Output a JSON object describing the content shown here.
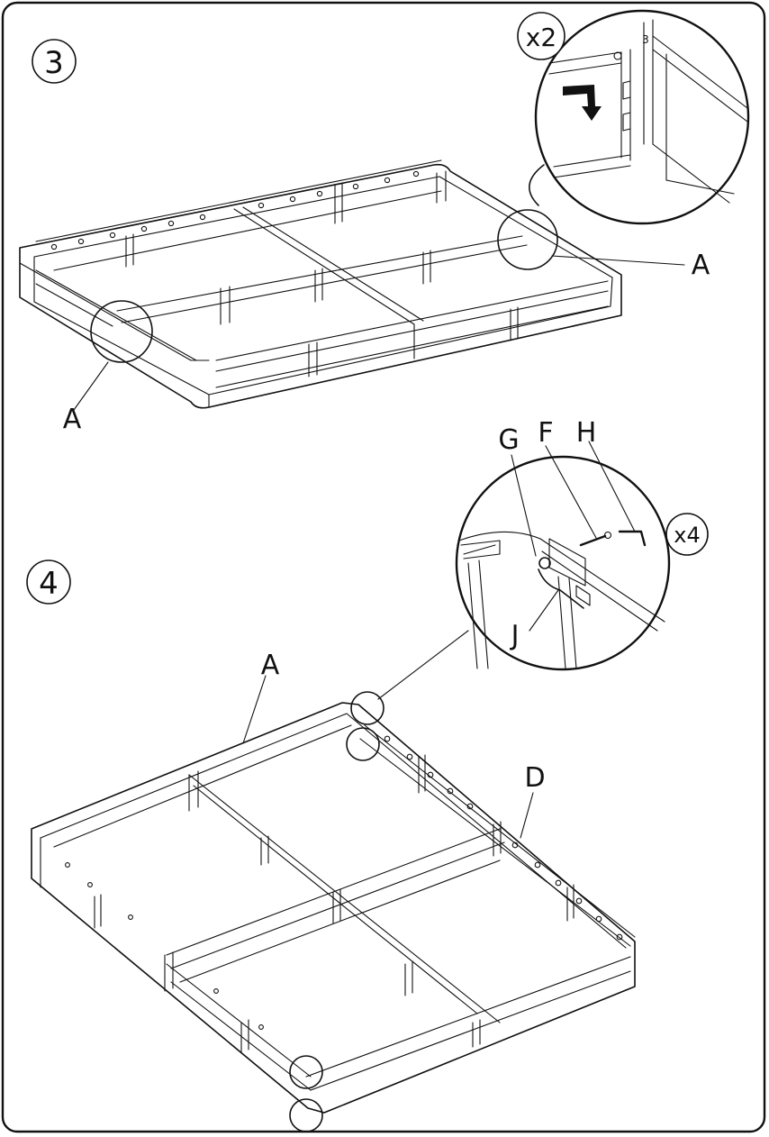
{
  "steps": [
    {
      "number": "3",
      "detail_multiplier": "x2",
      "labels": [
        "A",
        "A"
      ]
    },
    {
      "number": "4",
      "detail_multiplier": "x4",
      "labels": [
        "G",
        "F",
        "H",
        "J",
        "A",
        "D"
      ]
    }
  ],
  "colors": {
    "line": "#111111",
    "background": "#ffffff"
  }
}
